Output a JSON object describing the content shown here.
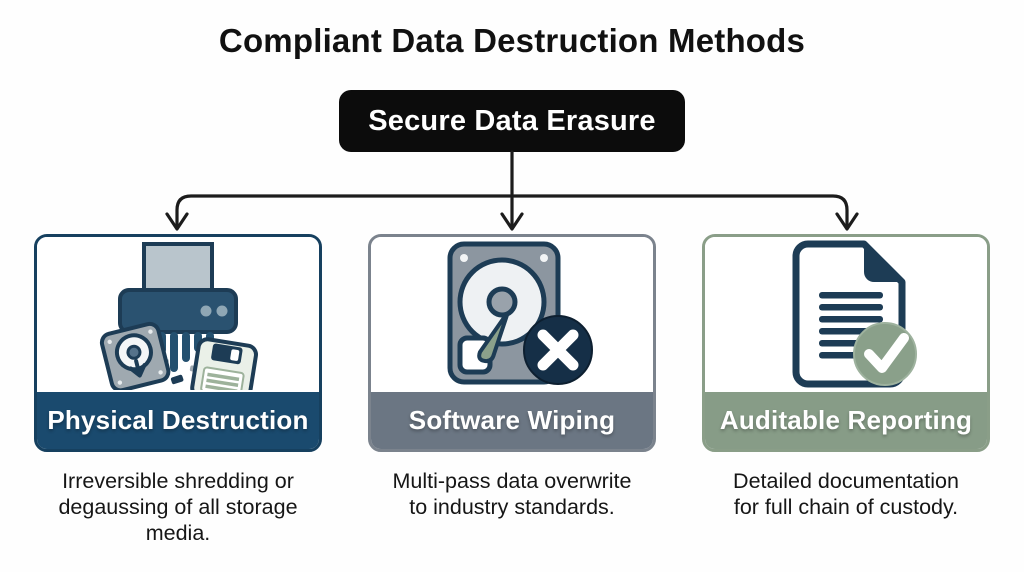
{
  "page": {
    "title": "Compliant Data Destruction Methods",
    "root_node": {
      "label": "Secure Data Erasure",
      "bg": "#0c0c0c",
      "text_color": "#ffffff"
    },
    "connector_color": "#1c1c1c",
    "cards": [
      {
        "id": "physical-destruction",
        "label": "Physical Destruction",
        "caption": "Irreversible shredding or\ndegaussing of all storage\nmedia.",
        "icon": "shredder-destroyed-media-icon",
        "accent": "#1a4a6e",
        "border": "#16405f"
      },
      {
        "id": "software-wiping",
        "label": "Software Wiping",
        "caption": "Multi-pass data overwrite\nto industry standards.",
        "icon": "hard-drive-x-icon",
        "accent": "#6b7683",
        "border": "#7b838d"
      },
      {
        "id": "auditable-reporting",
        "label": "Auditable Reporting",
        "caption": "Detailed documentation\nfor full chain of custody.",
        "icon": "document-check-icon",
        "accent": "#879c87",
        "border": "#8a9e88"
      }
    ]
  }
}
